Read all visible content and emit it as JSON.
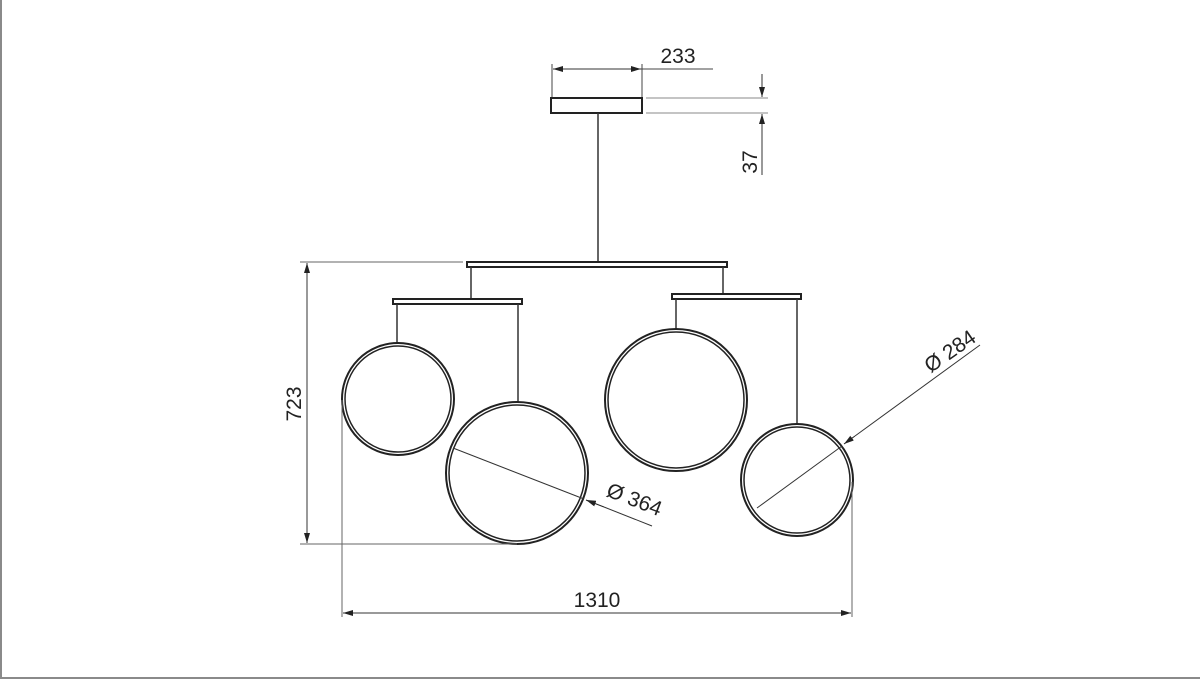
{
  "drawing": {
    "title": "Pendant lamp dimension drawing",
    "units": "mm",
    "colors": {
      "line": "#222222",
      "dim_line": "#444444",
      "frame": "#8a8a8a",
      "background": "#ffffff"
    },
    "dimensions": {
      "canopy_width": "233",
      "canopy_height": "37",
      "total_height": "723",
      "total_width": "1310",
      "large_ring_diameter": "Ø 364",
      "small_ring_diameter": "Ø 284"
    },
    "components": {
      "canopy": "ceiling-canopy",
      "main_bar": "main-crossbar",
      "left_bar": "left-sub-bar",
      "right_bar": "right-sub-bar",
      "rings": [
        {
          "name": "ring-1",
          "size": "small"
        },
        {
          "name": "ring-2",
          "size": "large"
        },
        {
          "name": "ring-3",
          "size": "large"
        },
        {
          "name": "ring-4",
          "size": "small"
        }
      ]
    }
  }
}
